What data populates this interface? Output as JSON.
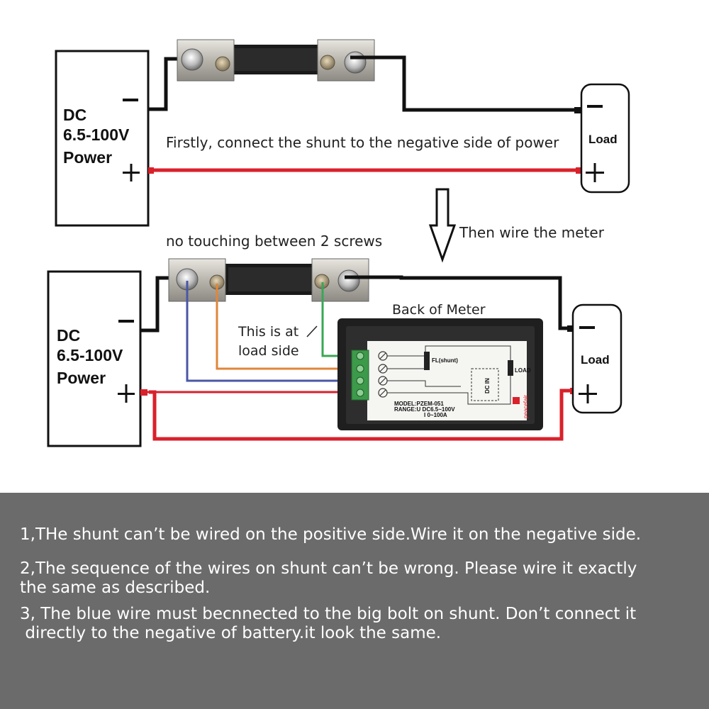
{
  "top_diagram": {
    "power_label": [
      "DC",
      "6.5-100V",
      "Power"
    ],
    "minus": "−",
    "plus": "+",
    "load_label": "Load",
    "caption": "Firstly, connect the shunt to the negative side of power"
  },
  "transition": {
    "arrow_caption": "Then wire the meter"
  },
  "bottom_diagram": {
    "power_label": [
      "DC",
      "6.5-100V",
      "Power"
    ],
    "minus": "−",
    "plus": "+",
    "load_label": "Load",
    "screw_note": "no touching between 2 screws",
    "load_side_note": [
      "This is at",
      "load side"
    ],
    "meter_title": "Back of Meter",
    "meter_fl_label": "FL(shunt)",
    "meter_load_label": "LOAD",
    "meter_dcin_label": "DC IN",
    "meter_brand": "peacefair",
    "meter_model": "MODEL:PZEM-051",
    "meter_range_u": "RANGE:U DC6.5~100V",
    "meter_range_i": "I 0~100A"
  },
  "colors": {
    "negative_wire": "#111111",
    "positive_wire": "#d9212b",
    "blue_wire": "#4a56a6",
    "orange_wire": "#e0863a",
    "green_wire": "#3aa655",
    "notes_background": "#6b6b6b"
  },
  "notes": {
    "note_1": "1,THe shunt can’t be wired on the positive side.Wire it on the negative side.",
    "note_2": "2,The sequence of the wires on shunt can’t be wrong. Please wire it exactly\nthe same as described.",
    "note_3": "3, The blue wire must becnnected to the big bolt on shunt. Don’t connect it\n directly to the negative of battery.it look the same."
  }
}
